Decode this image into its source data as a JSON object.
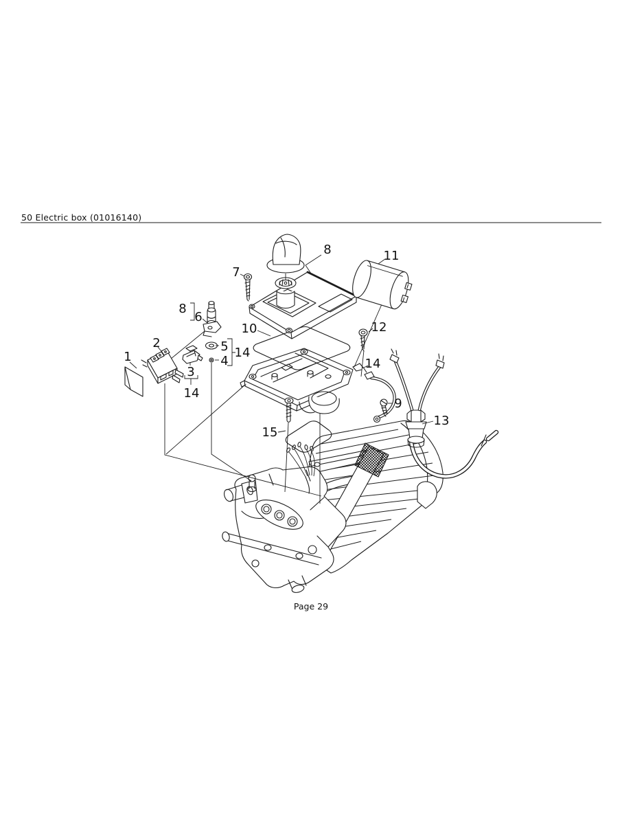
{
  "page": {
    "header": {
      "title": "50 Electric box (01016140)"
    },
    "footer": {
      "page_label": "Page 29"
    }
  },
  "colors": {
    "line": "#1c1c1c",
    "rule": "#8c8c8c",
    "background": "#ffffff"
  },
  "diagram": {
    "description": "Exploded-view parts diagram of the electric box assembly mounted on a motor-pump unit",
    "callouts": [
      {
        "label": "7"
      },
      {
        "label": "8"
      },
      {
        "label": "11"
      },
      {
        "label": "8"
      },
      {
        "label": "6"
      },
      {
        "label": "10"
      },
      {
        "label": "12"
      },
      {
        "label": "2"
      },
      {
        "label": "5"
      },
      {
        "label": "1"
      },
      {
        "label": "14"
      },
      {
        "label": "4"
      },
      {
        "label": "14"
      },
      {
        "label": "3"
      },
      {
        "label": "14"
      },
      {
        "label": "9"
      },
      {
        "label": "13"
      },
      {
        "label": "15"
      }
    ]
  }
}
